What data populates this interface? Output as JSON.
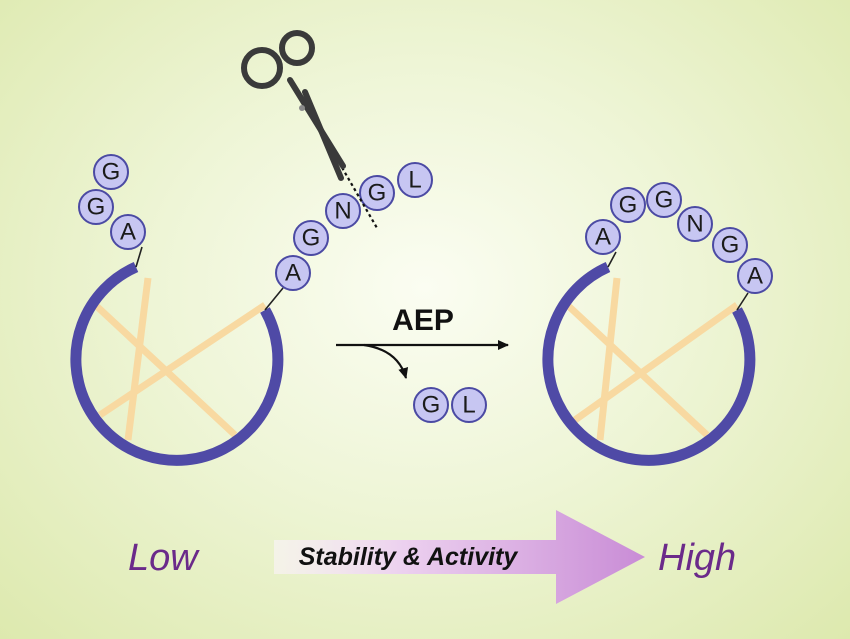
{
  "left_peptide": {
    "n_terminal_residues": [
      "G",
      "G",
      "A"
    ],
    "c_terminal_residues": [
      "A",
      "G",
      "N",
      "G",
      "L"
    ]
  },
  "enzyme_label": "AEP",
  "released_fragment": [
    "G",
    "L"
  ],
  "right_peptide": {
    "loop_residues": [
      "A",
      "G",
      "G",
      "N",
      "G",
      "A"
    ]
  },
  "gradient_arrow": {
    "low_label": "Low",
    "arrow_label": "Stability & Activity",
    "high_label": "High",
    "colors": {
      "start": "#f6ebf7",
      "end": "#c98cd6",
      "label": "#6b2a8a",
      "ring": "#4f4aa6",
      "bridge": "#f8d9a1",
      "residue_fill": "#c7c6f2"
    }
  },
  "icons": [
    "scissors-icon"
  ]
}
